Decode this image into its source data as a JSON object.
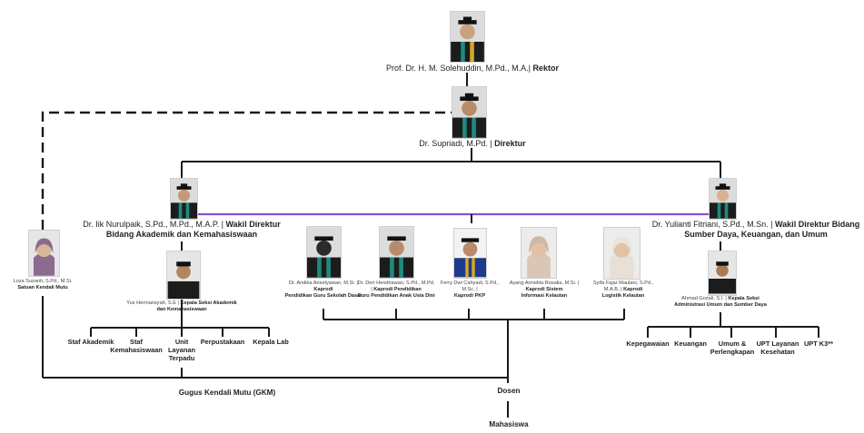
{
  "rektor": {
    "name": "Prof. Dr. H. M. Solehuddin, M.Pd., M.A.",
    "role": "Rektor"
  },
  "direktur": {
    "name": "Dr. Supriadi, M.Pd.",
    "role": "Direktur"
  },
  "wadir1": {
    "name": "Dr. Iik Nurulpaik, S.Pd., M.Pd., M.A.P.",
    "role_line1": "Wakil Direktur",
    "role_line2": "Bidang Akademik dan Kemahasiswaan"
  },
  "wadir2": {
    "name": "Dr. Yulianti Fitriani, S.Pd., M.Sn.",
    "role_line1": "Wakil Direktur Bidang",
    "role_line2": "Sumber Daya, Keuangan, dan Umum"
  },
  "skm": {
    "name": "Loza Suzanti, S.Pd., M.Si.",
    "role": "Satuan Kendali Mutu"
  },
  "kasi_akademik": {
    "name": "Yus Hermansyah, S.E",
    "role_line1": "Kepala Seksi Akademik",
    "role_line2": "dan Kemahasiswaan"
  },
  "kasi_umum": {
    "name": "Ahmad Gozali, S.I.",
    "role_line1": "Kepala Seksi",
    "role_line2": "Administrasi Umum dan Sumber Daya"
  },
  "kaprodi": [
    {
      "name": "Dr. Andika Arisetyawan, M.Si.",
      "role_line1": "Kaprodi",
      "role_line2": "Pendidikan Guru Sekolah Dasar"
    },
    {
      "name": "Dr. Deri Hendriawan, S.Pd., M.Pd.",
      "role_line1": "Kaprodi Pendidikan",
      "role_line2": "Guru Pendidikan Anak Usia Dini"
    },
    {
      "name": "Ferry Dwi Cahyadi, S.Pd., M.Sc.",
      "role_line1": "",
      "role_line2": "Kaprodi PKP"
    },
    {
      "name": "Ayang Armelita Rosalia, M.Si.",
      "role_line1": "Kaprodi Sistem",
      "role_line2": "Informasi Kelautan"
    },
    {
      "name": "Syifa Fajar Maulani, S.Pd., M.A.B.",
      "role_line1": "Kaprodi",
      "role_line2": "Logistik Kelautan"
    }
  ],
  "units_akademik": [
    "Staf Akademik",
    "Staf Kemahasiswaan",
    "Unit Layanan Terpadu",
    "Perpustakaan",
    "Kepala Lab"
  ],
  "units_umum": [
    "Kepegawaian",
    "Keuangan",
    "Umum & Perlengkapan",
    "UPT Layanan Kesehatan",
    "UPT K3**"
  ],
  "gkm": "Gugus Kendali Mutu (GKM)",
  "dosen": "Dosen",
  "mahasiswa": "Mahasiswa",
  "colors": {
    "line": "#1a1a1a",
    "purple_line": "#8a4fd8",
    "gown": "#1c1c1c",
    "stole_teal": "#1f8a7d",
    "stole_gold": "#d4a52a"
  }
}
